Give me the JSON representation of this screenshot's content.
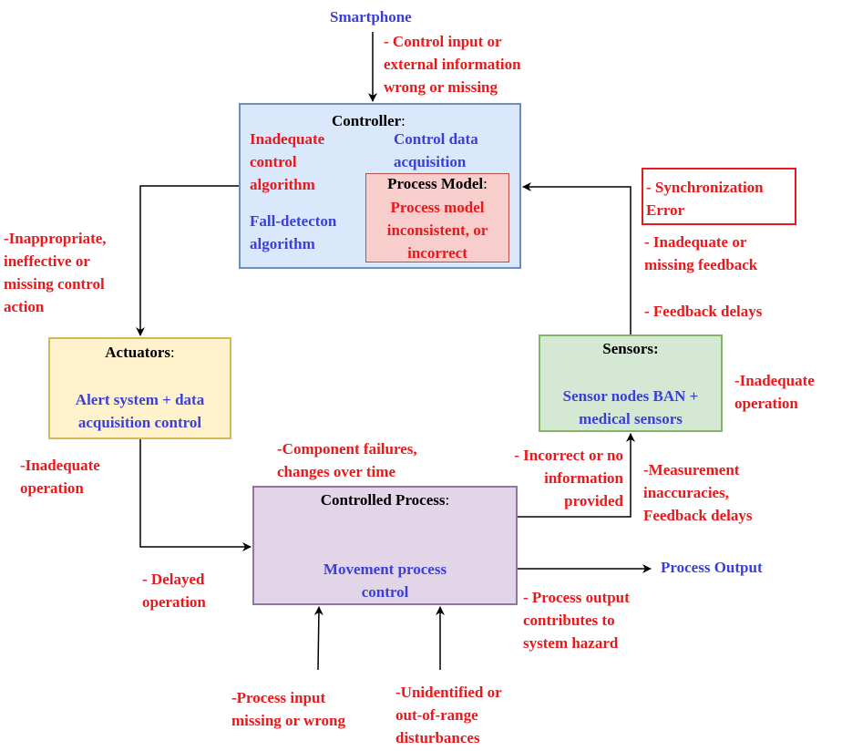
{
  "top": {
    "smartphone": "Smartphone",
    "control_input": "- Control input or\nexternal information\nwrong or missing"
  },
  "controller": {
    "title": "Controller",
    "title_suffix": ":",
    "inadequate_algo": "Inadequate\ncontrol\nalgorithm",
    "control_data": "Control data\nacquisition",
    "fall_detection": "Fall-detecton\nalgorithm",
    "process_model_title": "Process Model",
    "process_model_suffix": ":",
    "process_model_text": "Process model\ninconsistent, or\nincorrect"
  },
  "actuators": {
    "title": "Actuators",
    "title_suffix": ":",
    "text": "Alert system + data\nacquisition control"
  },
  "sensors": {
    "title": "Sensors:",
    "text": "Sensor nodes BAN +\nmedical sensors"
  },
  "process": {
    "title": "Controlled Process",
    "title_suffix": ":",
    "text": "Movement process\ncontrol"
  },
  "annotations": {
    "inappropriate": "-Inappropriate,\nineffective or\nmissing control\naction",
    "actuator_inadequate": "-Inadequate\noperation",
    "delayed": "- Delayed\noperation",
    "component_failures": "-Component failures,\nchanges over time",
    "incorrect_info": "- Incorrect or no\ninformation\nprovided",
    "measurement": "-Measurement\ninaccuracies,\nFeedback delays",
    "sensor_inadequate": "-Inadequate\noperation",
    "sync_error": "- Synchronization\n  Error",
    "inadequate_feedback": "- Inadequate or\n  missing feedback",
    "feedback_delays": "- Feedback delays",
    "process_output": "Process Output",
    "output_hazard": "- Process output\n  contributes to\n  system hazard",
    "process_input": "-Process input\n missing or wrong",
    "disturbances": "-Unidentified or\nout-of-range\n disturbances"
  },
  "colors": {
    "red_text": "#e8191c",
    "blue_text": "#3b3fd9",
    "controller_fill": "#dae8fc",
    "process_model_fill": "#f8cecc",
    "actuators_fill": "#fff2cc",
    "sensors_fill": "#d5e8d4",
    "process_fill": "#e1d5e7"
  }
}
